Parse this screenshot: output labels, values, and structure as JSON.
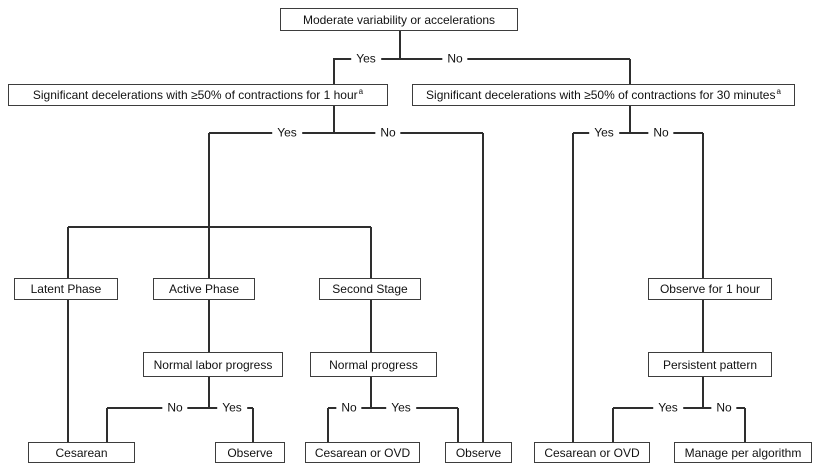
{
  "flowchart": {
    "labels": {
      "yes": "Yes",
      "no": "No"
    },
    "nodes": {
      "root": {
        "label": "Moderate variability or accelerations"
      },
      "left_condition": {
        "label": "Significant decelerations with ≥50% of contractions for 1 hour",
        "footnote": "a"
      },
      "right_condition": {
        "label": "Significant decelerations with ≥50% of contractions for 30 minutes",
        "footnote": "a"
      },
      "latent_phase": {
        "label": "Latent Phase"
      },
      "active_phase": {
        "label": "Active Phase"
      },
      "second_stage": {
        "label": "Second Stage"
      },
      "observe_one_hour": {
        "label": "Observe for 1 hour"
      },
      "normal_labor_progress": {
        "label": "Normal labor progress"
      },
      "normal_progress": {
        "label": "Normal progress"
      },
      "persistent_pattern": {
        "label": "Persistent pattern"
      },
      "cesarean": {
        "label": "Cesarean"
      },
      "observe_left": {
        "label": "Observe"
      },
      "cesarean_or_ovd_left": {
        "label": "Cesarean or OVD"
      },
      "observe_right": {
        "label": "Observe"
      },
      "cesarean_or_ovd_right": {
        "label": "Cesarean or OVD"
      },
      "manage_per_algorithm": {
        "label": "Manage per algorithm"
      }
    },
    "edges": [
      {
        "from": "root",
        "to": "left_condition",
        "label": "Yes"
      },
      {
        "from": "root",
        "to": "right_condition",
        "label": "No"
      },
      {
        "from": "left_condition",
        "to": "latent_phase",
        "label": "Yes"
      },
      {
        "from": "left_condition",
        "to": "active_phase",
        "label": "Yes"
      },
      {
        "from": "left_condition",
        "to": "second_stage",
        "label": "Yes"
      },
      {
        "from": "left_condition",
        "to": "observe_right",
        "label": "No"
      },
      {
        "from": "latent_phase",
        "to": "cesarean",
        "label": ""
      },
      {
        "from": "active_phase",
        "to": "normal_labor_progress",
        "label": ""
      },
      {
        "from": "second_stage",
        "to": "normal_progress",
        "label": ""
      },
      {
        "from": "normal_labor_progress",
        "to": "cesarean",
        "label": "No"
      },
      {
        "from": "normal_labor_progress",
        "to": "observe_left",
        "label": "Yes"
      },
      {
        "from": "normal_progress",
        "to": "cesarean_or_ovd_left",
        "label": "No"
      },
      {
        "from": "normal_progress",
        "to": "observe_right",
        "label": "Yes"
      },
      {
        "from": "right_condition",
        "to": "cesarean_or_ovd_right",
        "label": "Yes"
      },
      {
        "from": "right_condition",
        "to": "observe_one_hour",
        "label": "No"
      },
      {
        "from": "observe_one_hour",
        "to": "persistent_pattern",
        "label": ""
      },
      {
        "from": "persistent_pattern",
        "to": "cesarean_or_ovd_right",
        "label": "Yes"
      },
      {
        "from": "persistent_pattern",
        "to": "manage_per_algorithm",
        "label": "No"
      }
    ],
    "colors": {
      "background": "#ffffff",
      "line": "#2e2e2e",
      "box_border": "#3d3d3d",
      "text": "#111111"
    }
  }
}
